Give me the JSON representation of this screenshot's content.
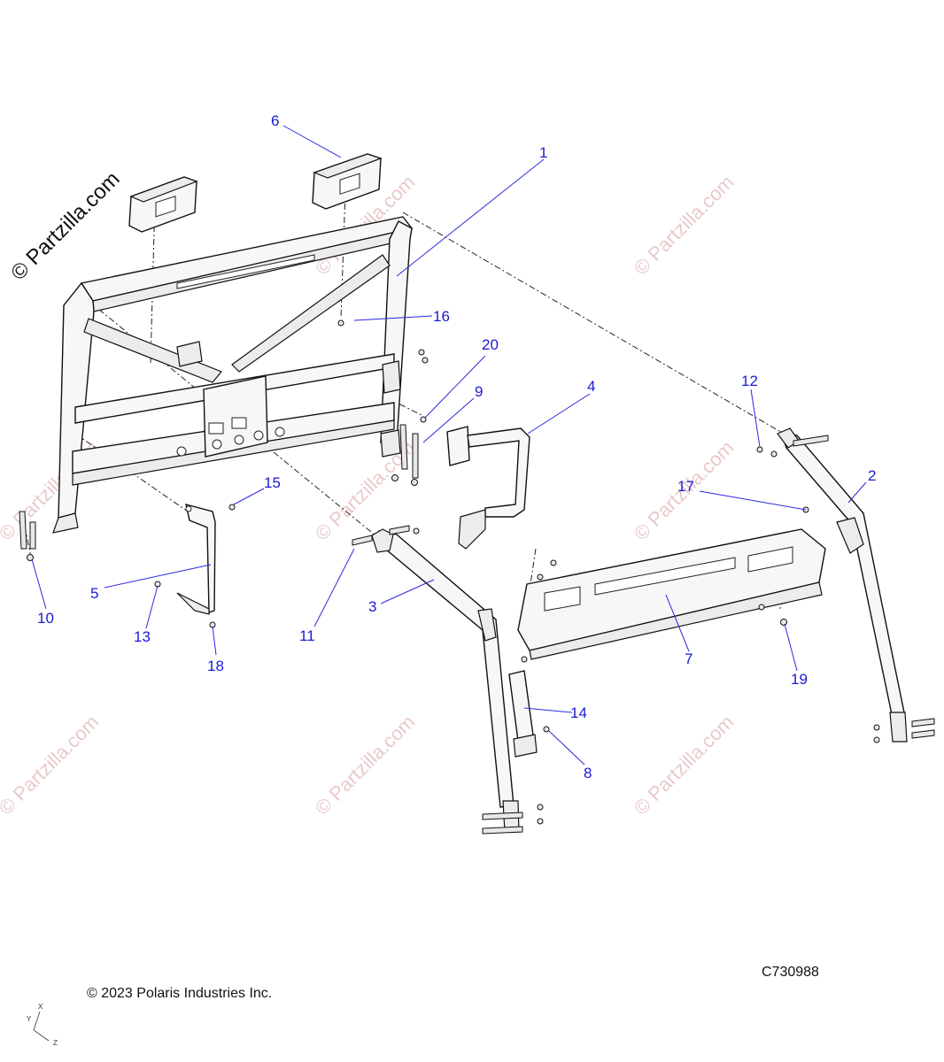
{
  "watermark": {
    "logo_text": "© Partzilla.com",
    "text": "© Partzilla.com"
  },
  "drawing_number": "C730988",
  "copyright": "© 2023 Polaris Industries Inc.",
  "axis_labels": {
    "x": "X",
    "y": "Y",
    "z": "Z"
  },
  "callouts": [
    {
      "id": "c1",
      "label": "1"
    },
    {
      "id": "c2",
      "label": "2"
    },
    {
      "id": "c3",
      "label": "3"
    },
    {
      "id": "c4",
      "label": "4"
    },
    {
      "id": "c5",
      "label": "5"
    },
    {
      "id": "c6",
      "label": "6"
    },
    {
      "id": "c7",
      "label": "7"
    },
    {
      "id": "c8",
      "label": "8"
    },
    {
      "id": "c9",
      "label": "9"
    },
    {
      "id": "c10",
      "label": "10"
    },
    {
      "id": "c11",
      "label": "11"
    },
    {
      "id": "c12",
      "label": "12"
    },
    {
      "id": "c13",
      "label": "13"
    },
    {
      "id": "c14",
      "label": "14"
    },
    {
      "id": "c15",
      "label": "15"
    },
    {
      "id": "c16",
      "label": "16"
    },
    {
      "id": "c17",
      "label": "17"
    },
    {
      "id": "c18",
      "label": "18"
    },
    {
      "id": "c19",
      "label": "19"
    },
    {
      "id": "c20",
      "label": "20"
    }
  ]
}
